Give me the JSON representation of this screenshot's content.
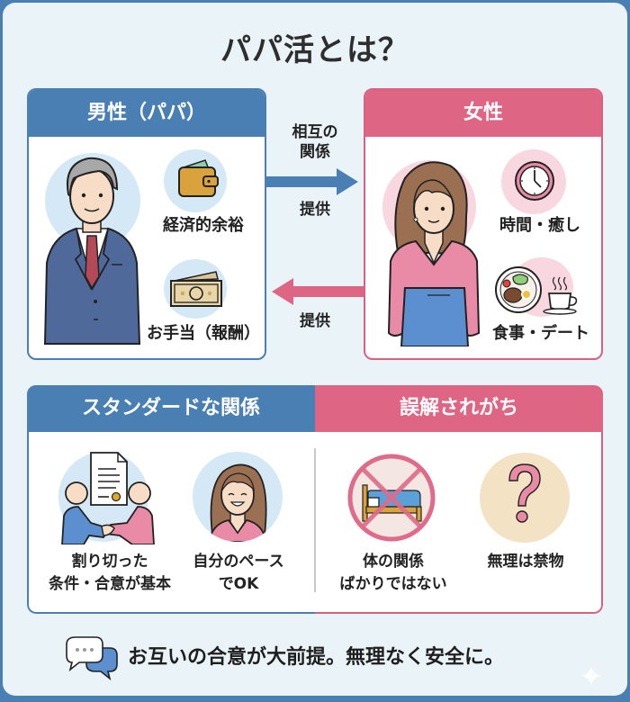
{
  "title": "パパ活とは？",
  "male_panel": {
    "header": "男性（パパ）",
    "items": [
      {
        "label": "経済的余裕",
        "icon": "wallet-icon"
      },
      {
        "label": "お手当（報酬）",
        "icon": "banknote-icon"
      }
    ],
    "figure": "businessman-figure"
  },
  "female_panel": {
    "header": "女性",
    "items": [
      {
        "label": "時間・癒し",
        "icon": "clock-icon"
      },
      {
        "label": "食事・デート",
        "icon": "meal-coffee-icon"
      }
    ],
    "figure": "woman-figure"
  },
  "middle": {
    "relation_line1": "相互の",
    "relation_line2": "関係",
    "provide_right": "提供",
    "provide_left": "提供"
  },
  "standard": {
    "header": "スタンダードな関係",
    "items": [
      {
        "line1": "割り切った",
        "line2": "条件・合意が基本",
        "icon": "handshake-contract-icon"
      },
      {
        "line1": "自分のペース",
        "line2": "でOK",
        "icon": "smiling-woman-icon"
      }
    ]
  },
  "misunderstood": {
    "header": "誤解されがち",
    "items": [
      {
        "line1": "体の関係",
        "line2": "ばかりではない",
        "icon": "no-bed-icon"
      },
      {
        "line1": "無理は禁物",
        "line2": "",
        "icon": "question-mark-icon"
      }
    ]
  },
  "footer": {
    "text": "お互いの合意が大前提。無理なく安全に。",
    "icon": "chat-bubbles-icon"
  },
  "colors": {
    "blue": "#4a7fb3",
    "pink": "#de6584",
    "background": "#eaf3f8",
    "light_blue_circle": "#d4e8f5",
    "light_pink_circle": "#f8d7e0"
  }
}
